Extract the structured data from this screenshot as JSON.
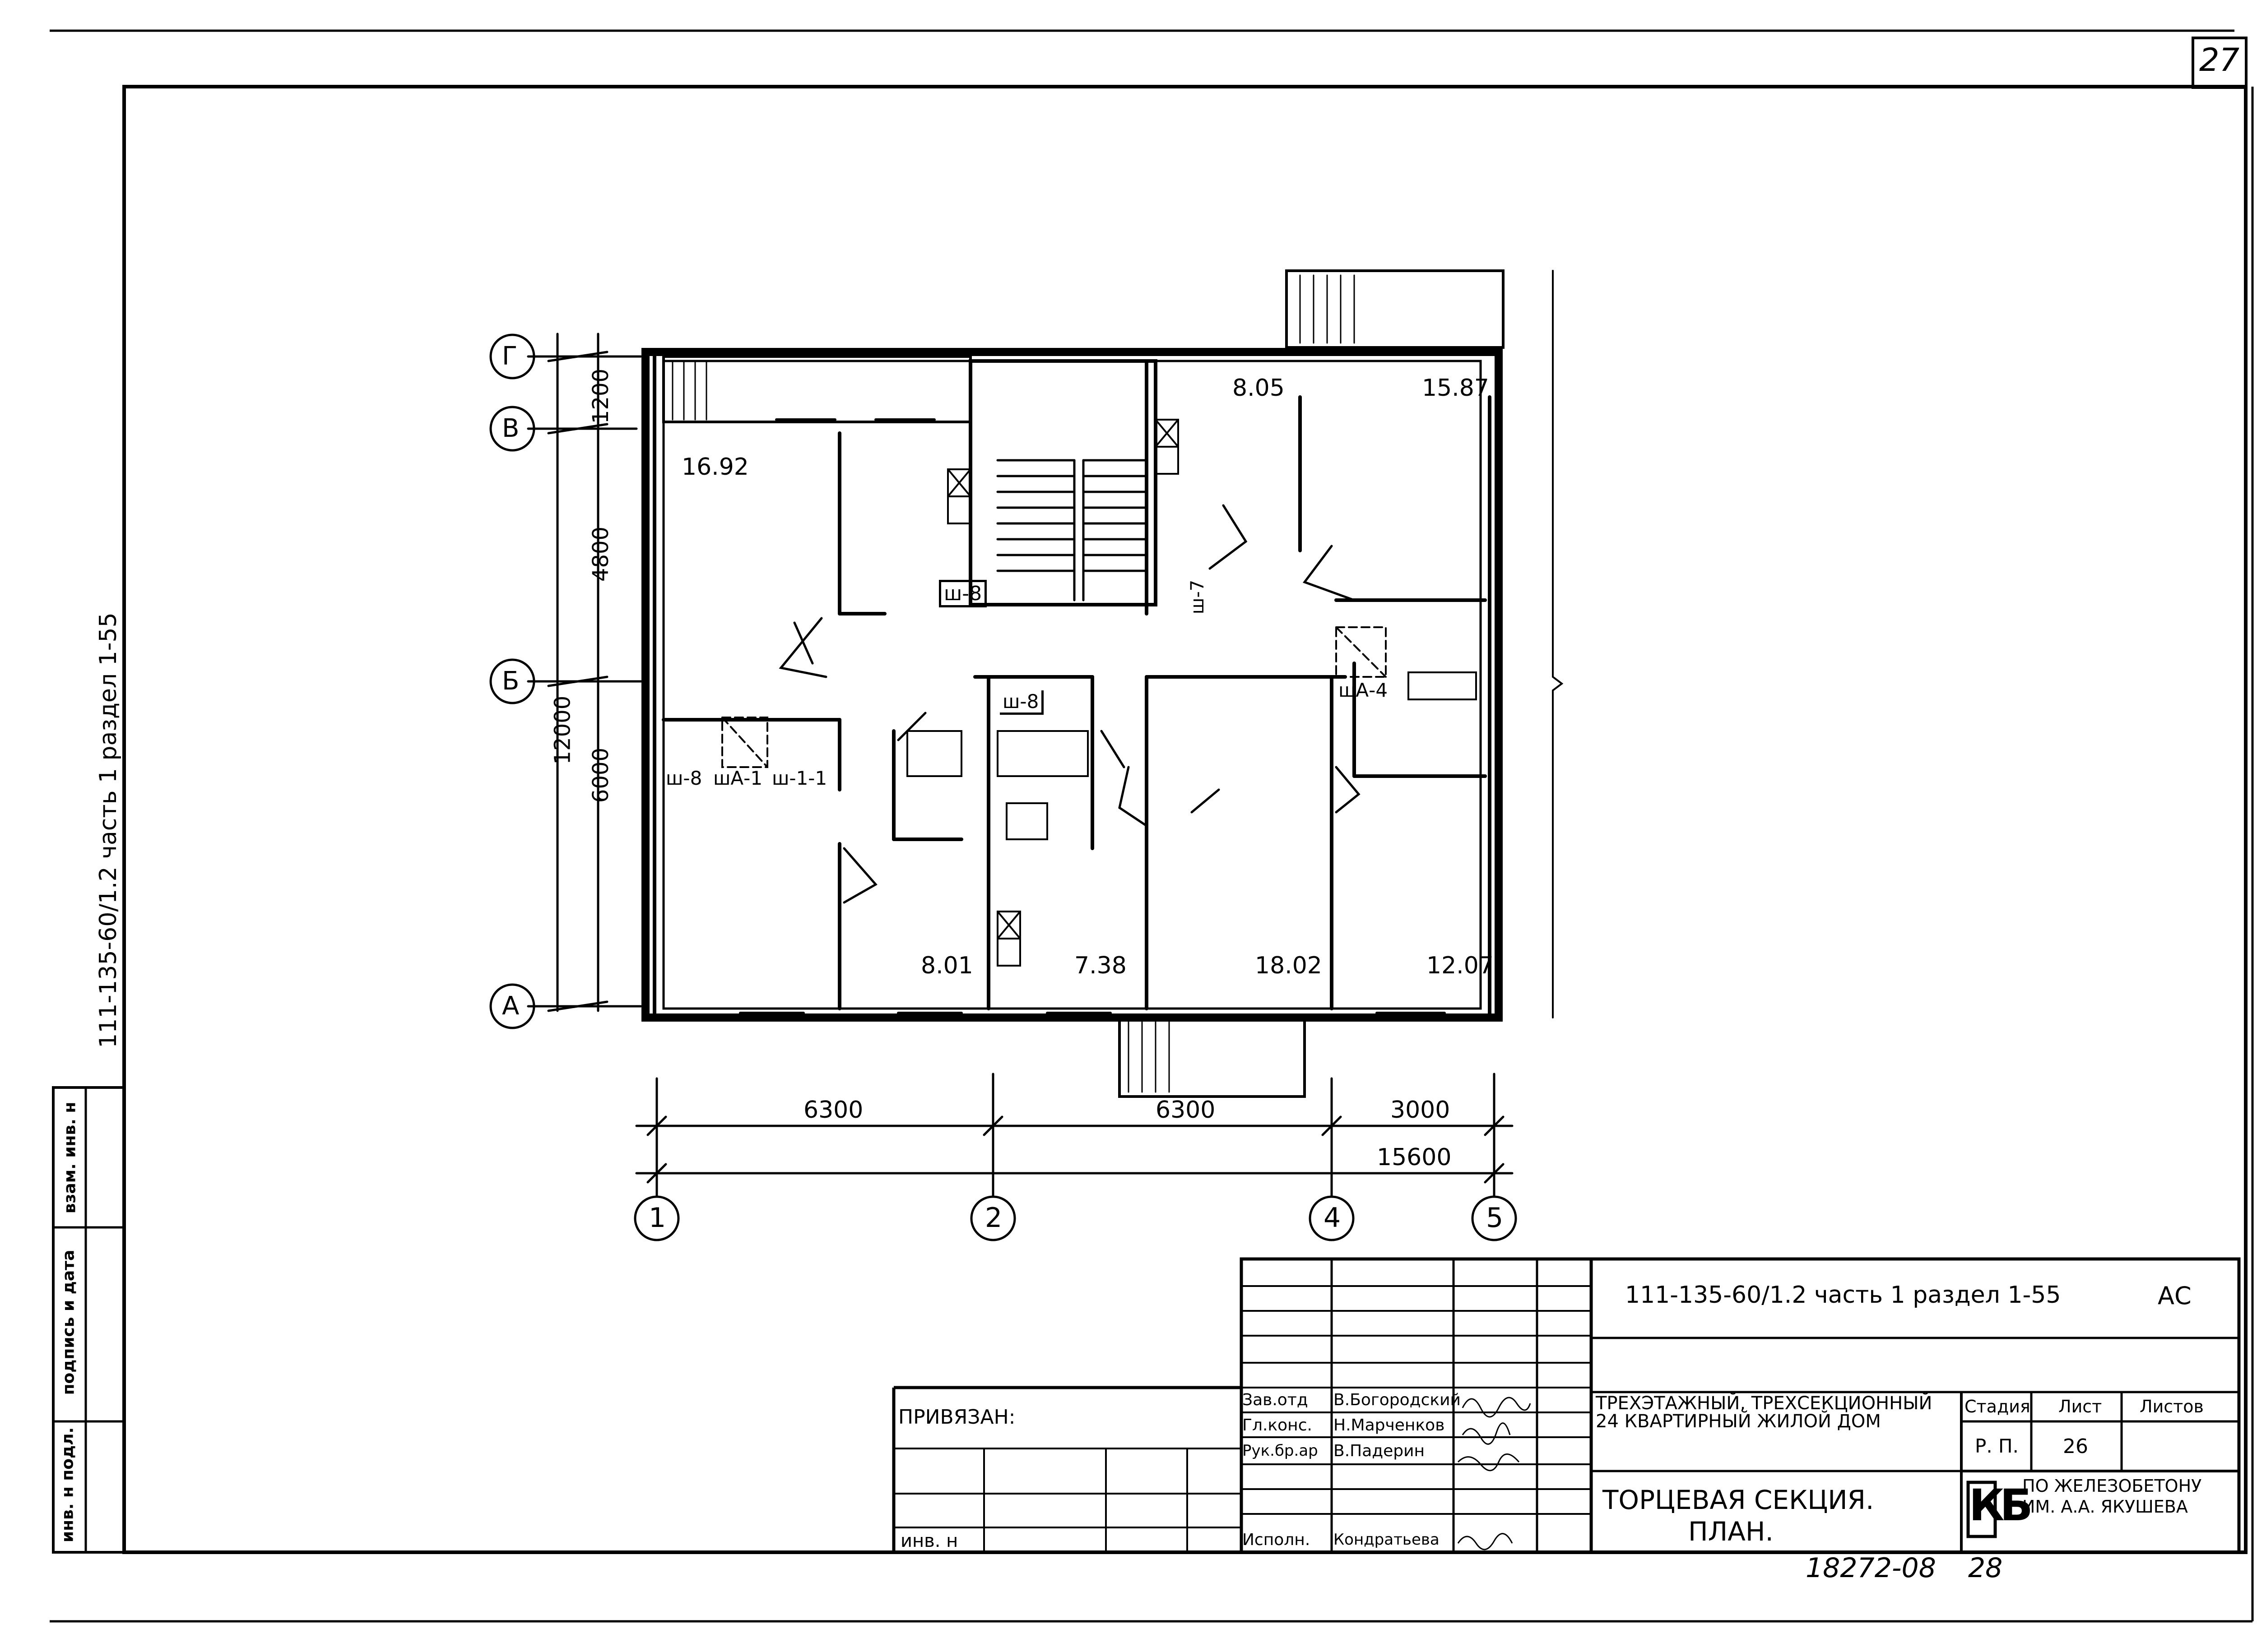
{
  "sheet": {
    "page_number": "27",
    "side_label": "111-135-60/1.2   часть 1   раздел 1-55",
    "side_stamp": [
      "инв. н подл.",
      "подпись и дата",
      "взам. инв. н"
    ]
  },
  "plan": {
    "rooms": [
      "16.92",
      "8.05",
      "15.87",
      "8.01",
      "7.38",
      "18.02",
      "12.07"
    ],
    "tags": [
      "ш-8",
      "ш-7",
      "шА-4",
      "ш-8",
      "ш-8",
      "шА-1",
      "ш-1-1"
    ],
    "axes_letters": [
      "Г",
      "В",
      "Б",
      "А"
    ],
    "axes_numbers": [
      "1",
      "2",
      "4",
      "5"
    ],
    "dims_vertical": [
      "1200",
      "4800",
      "6000",
      "12000"
    ],
    "dims_horizontal": [
      "6300",
      "6300",
      "3000",
      "15600"
    ]
  },
  "title_block": {
    "code": "111-135-60/1.2  часть 1  раздел 1-55",
    "discipline": "АС",
    "bound_label": "ПРИВЯЗАН:",
    "inv_label": "инв. н",
    "signers": [
      {
        "role": "Зав.отд",
        "name": "В.Богородский"
      },
      {
        "role": "Гл.конс.",
        "name": "Н.Марченков"
      },
      {
        "role": "Рук.бр.ар",
        "name": "В.Падерин"
      },
      {
        "role": "Исполн.",
        "name": "Кондратьева"
      }
    ],
    "project_title": "Трехэтажный, трехсекционный 24 квартирный жилой дом",
    "sheet_title_1": "Торцевая секция.",
    "sheet_title_2": "План.",
    "headers": {
      "stage": "Стадия",
      "sheet": "Лист",
      "sheets": "Листов"
    },
    "stage": "Р. П.",
    "sheet_no": "26",
    "org_logo": "КБ",
    "org": "по железобетону им. А.А. Якушева",
    "archive": "18272-08",
    "archive_sheet": "28"
  }
}
